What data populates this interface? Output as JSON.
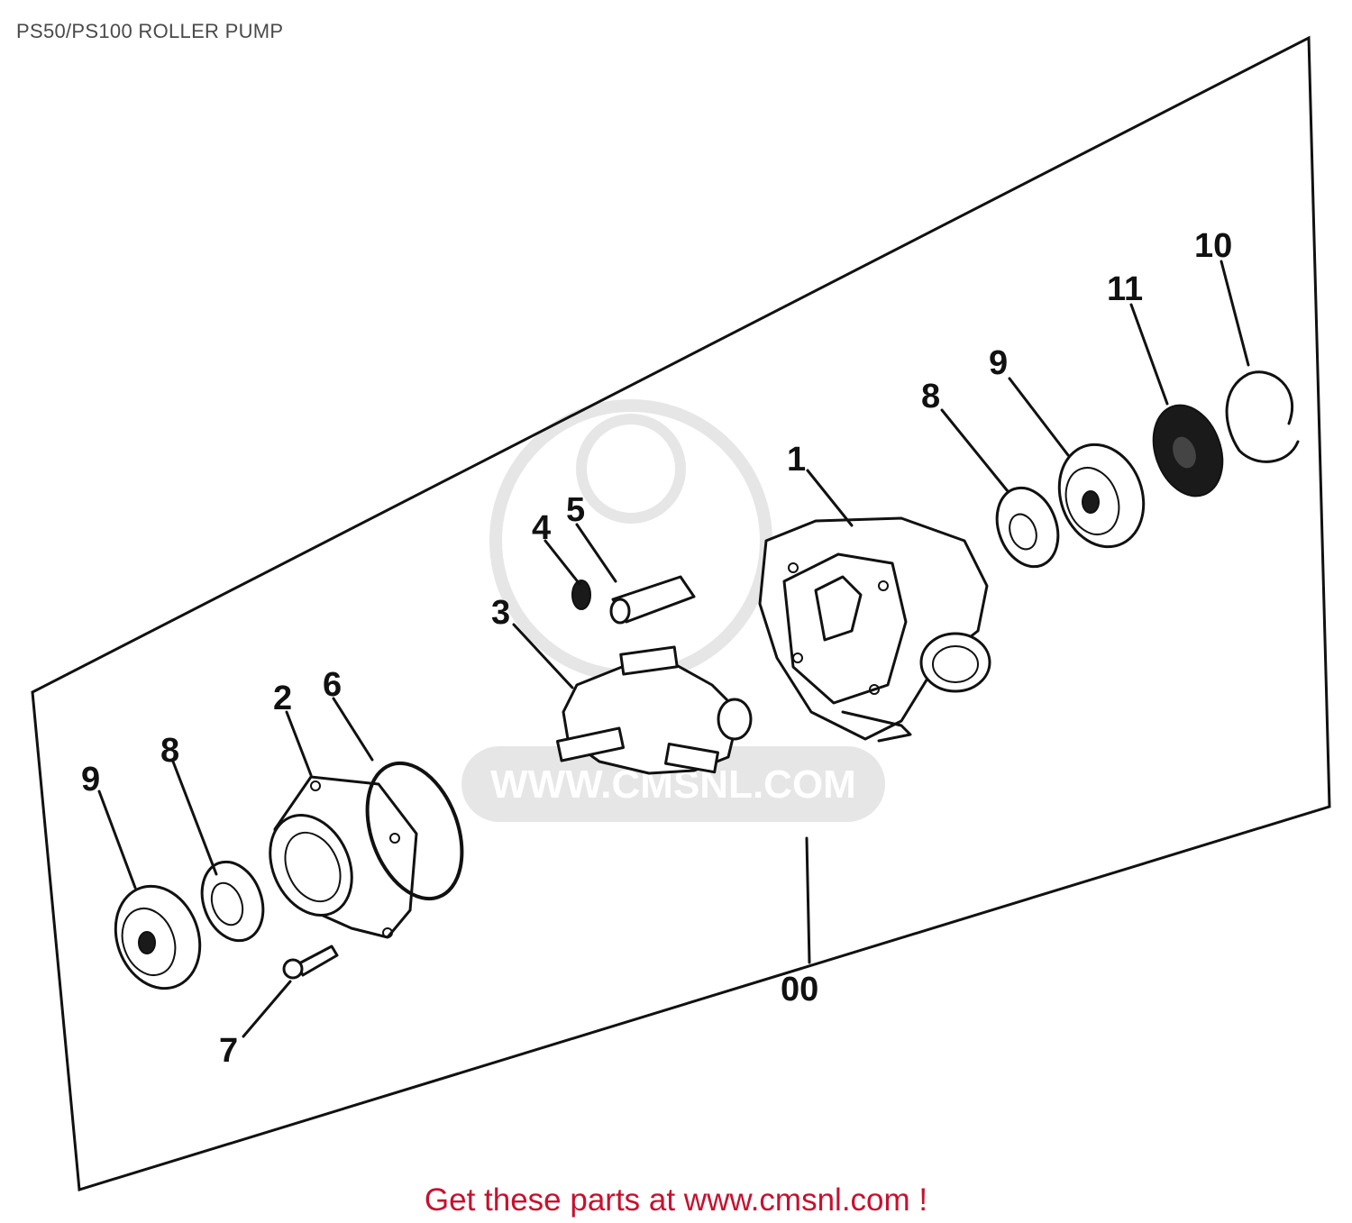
{
  "title": "PS50/PS100 ROLLER PUMP",
  "footer": "Get these parts at www.cmsnl.com !",
  "watermark": {
    "text": "WWW.CMSNL.COM",
    "brand": "cmsnl"
  },
  "colors": {
    "footer": "#c8102e",
    "line": "#111111",
    "title": "#4a4a4a",
    "watermark": "#d9d9d9"
  },
  "callouts": [
    "00",
    "1",
    "2",
    "3",
    "4",
    "5",
    "6",
    "7",
    "8",
    "9",
    "8",
    "9",
    "10",
    "11"
  ],
  "parts": [
    {
      "ref": "1",
      "name": "pump-body"
    },
    {
      "ref": "2",
      "name": "pump-cover"
    },
    {
      "ref": "3",
      "name": "roller-rotor"
    },
    {
      "ref": "4",
      "name": "roller-small"
    },
    {
      "ref": "5",
      "name": "roller-pin"
    },
    {
      "ref": "6",
      "name": "o-ring"
    },
    {
      "ref": "7",
      "name": "bolt"
    },
    {
      "ref": "8",
      "name": "oil-seal"
    },
    {
      "ref": "9",
      "name": "bearing"
    },
    {
      "ref": "10",
      "name": "circlip"
    },
    {
      "ref": "11",
      "name": "seal"
    }
  ]
}
